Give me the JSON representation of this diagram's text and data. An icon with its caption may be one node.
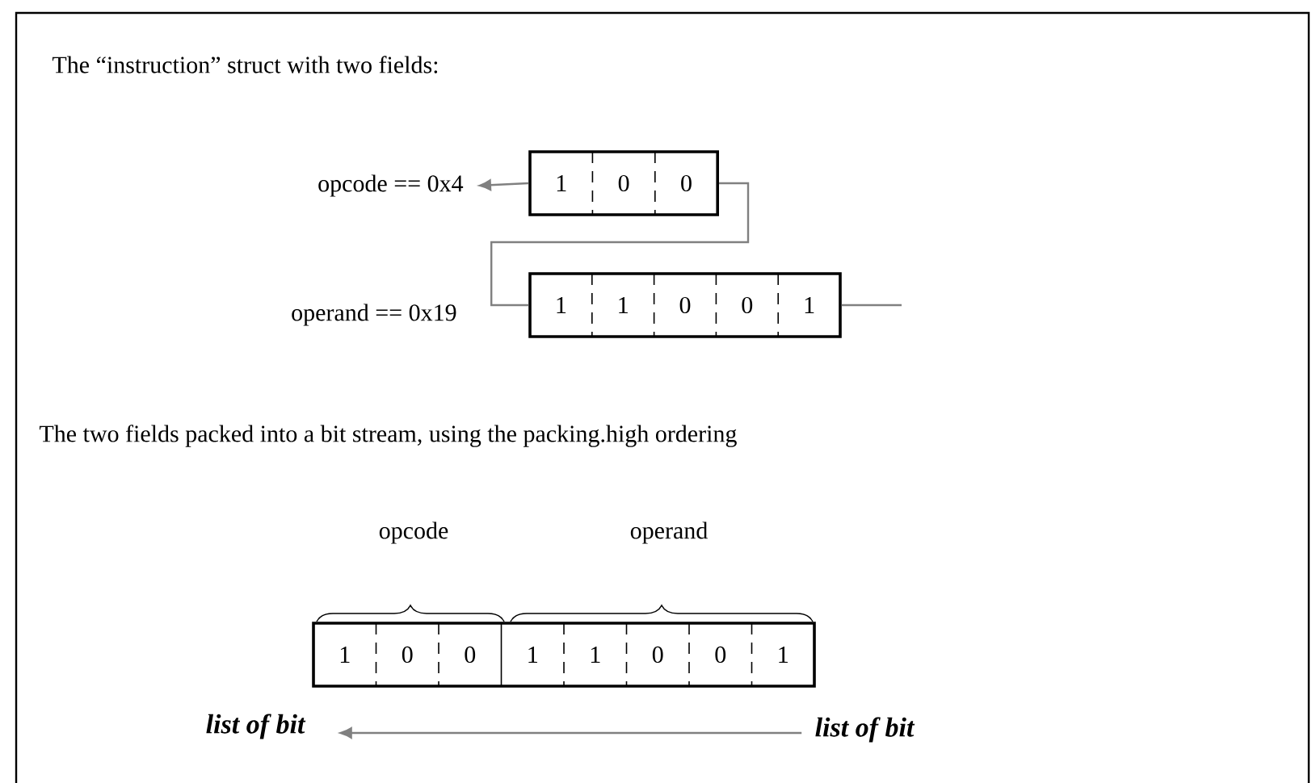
{
  "diagram": {
    "nodes": [
      {
        "text": [
          "opcode == 0x4"
        ]
      },
      {
        "text": [
          "1",
          "0",
          "0"
        ]
      },
      {
        "text": [
          "1",
          "1",
          "0",
          "0",
          "1"
        ]
      },
      {
        "text": [
          "1",
          "0",
          "0",
          "1",
          "1",
          "0",
          "0",
          "1"
        ]
      },
      {
        "text": [
          "list of bit"
        ]
      },
      {
        "text": [
          "list of bit"
        ]
      }
    ],
    "edges": [
      {
        "from": 1,
        "to": 0,
        "arrow": "to"
      },
      {
        "from": 2,
        "to": 1,
        "arrow": "none"
      },
      {
        "from": null,
        "to": 2,
        "arrow": "none"
      },
      {
        "from": 5,
        "to": 4,
        "arrow": "to"
      }
    ],
    "labels": [
      "The “instruction” struct with two fields:",
      "operand == 0x19",
      "The two fields packed into a bit stream, using the packing.high ordering",
      "opcode",
      "operand"
    ]
  }
}
